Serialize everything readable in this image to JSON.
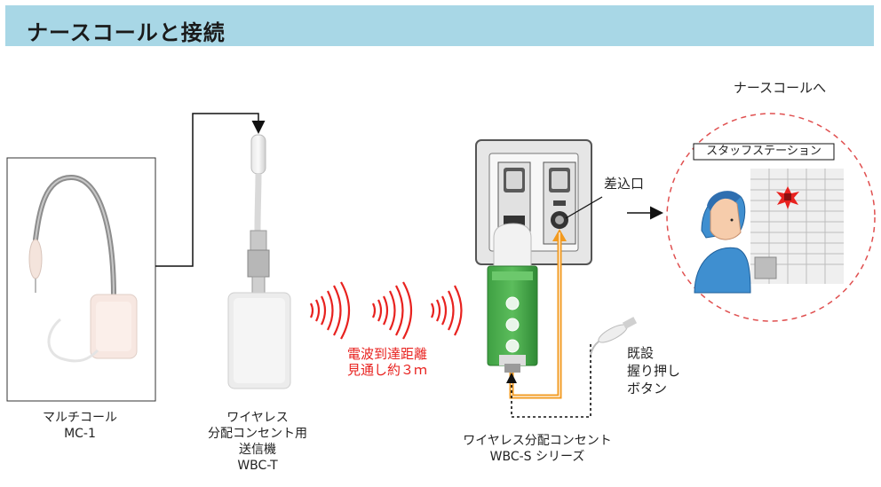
{
  "header": {
    "title": "ナースコールと接続"
  },
  "devices": {
    "multicall": {
      "name": "マルチコール",
      "model": "MC-1"
    },
    "transmitter": {
      "line1": "ワイヤレス",
      "line2": "分配コンセント用",
      "line3": "送信機",
      "model": "WBC-T"
    },
    "outlet": {
      "name": "ワイヤレス分配コンセント",
      "model": "WBC-S シリーズ"
    },
    "button": {
      "line1": "既設",
      "line2": "握り押し",
      "line3": "ボタン"
    }
  },
  "radio": {
    "line1": "電波到達距離",
    "line2": "見通し約３ｍ"
  },
  "labels": {
    "inlet": "差込口",
    "nurse_call": "ナースコールへ",
    "staff_station": "スタッフステーション"
  },
  "colors": {
    "header_bg": "#a8d7e6",
    "radio_wave": "#e8221f",
    "cable_orange": "#f29a1f",
    "circle_dash": "#e05050"
  }
}
